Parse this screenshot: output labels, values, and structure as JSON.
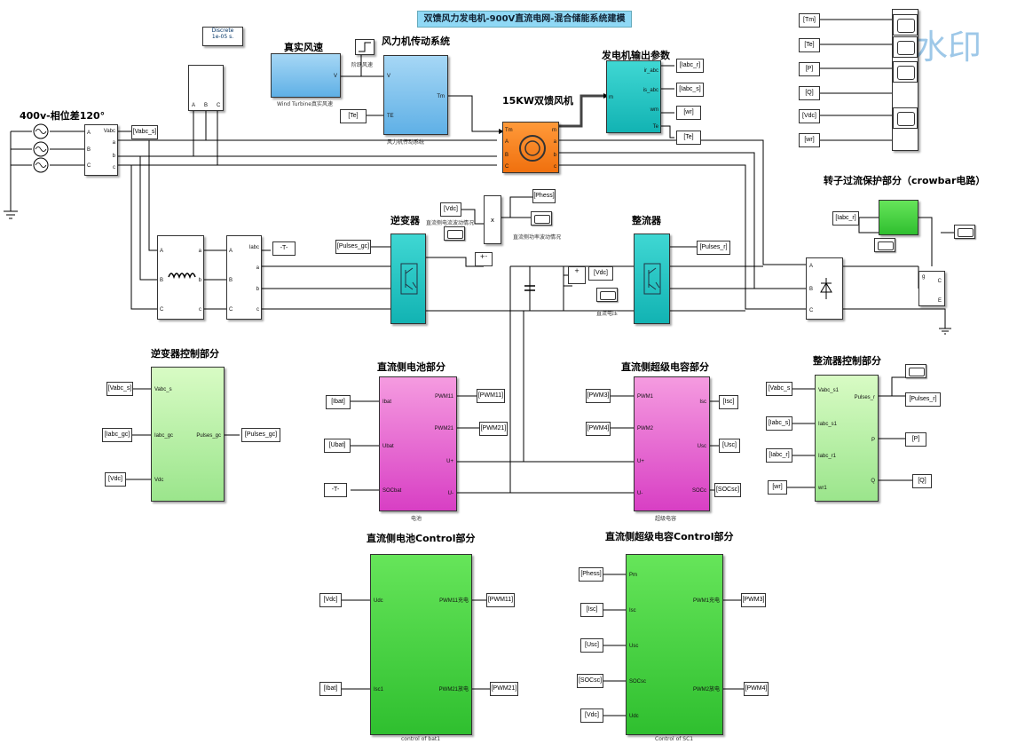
{
  "title": "双馈风力发电机-900V直流电网-混合储能系统建模",
  "watermark": "水印",
  "discrete": {
    "line1": "Discrete",
    "line2": "1e-05 s."
  },
  "sections": {
    "grid": "400v-相位差120°",
    "wind": "真实风速",
    "drive": "风力机传动系统",
    "gen_out": "发电机输出参数",
    "dfig": "15KW双馈风机",
    "crowbar": "转子过流保护部分（crowbar电路）",
    "inverter": "逆变器",
    "rectifier": "整流器",
    "inv_ctrl": "逆变器控制部分",
    "battery": "直流侧电池部分",
    "supercap": "直流侧超级电容部分",
    "rect_ctrl": "整流器控制部分",
    "bat_ctrl": "直流侧电池Control部分",
    "sc_ctrl": "直流侧超级电容Control部分"
  },
  "captions": {
    "wind": "Wind Turbine真实风速",
    "drive": "风力机传动系统",
    "step": "阶跃风速",
    "cur": "直流侧电流波动情况",
    "pow": "直流侧功率波动情况",
    "volt": "直流电压",
    "battery": "电池",
    "supercap": "超级电容",
    "bat_ctrl": "control of bat1",
    "sc_ctrl": "Control of SC1"
  },
  "ports": {
    "meas_in": [
      "A",
      "B",
      "C"
    ],
    "meas_out": [
      "Vabc",
      "a",
      "b",
      "c"
    ],
    "drive_in": [
      "V",
      "TE"
    ],
    "drive_out": "Tm",
    "wind_out": "V",
    "dfig_in": [
      "Tm",
      "A",
      "B",
      "C"
    ],
    "dfig_out": [
      "m",
      "a",
      "b",
      "c"
    ],
    "demux_in": "m",
    "demux_out": [
      "ir_abc",
      "is_abc",
      "wm",
      "Te"
    ],
    "abc": [
      "A",
      "B",
      "C"
    ],
    "abc_low": [
      "a",
      "b",
      "c"
    ],
    "iabc": "Iabc",
    "inv_ctrl_in": [
      "Vabc_s",
      "Iabc_gc",
      "Vdc"
    ],
    "inv_ctrl_out": "Pulses_gc",
    "bat_in": [
      "PWM11",
      "PWM21"
    ],
    "bat_out": [
      "Ibat",
      "Ubat",
      "SOCbat"
    ],
    "bat_dc": [
      "U+",
      "U-"
    ],
    "sc_in": [
      "PWM1",
      "PWM2"
    ],
    "sc_out": [
      "Isc",
      "Usc",
      "SOCc"
    ],
    "rect_ctrl_in": [
      "Vabc_s1",
      "Iabc_s1",
      "Iabc_r1",
      "wr1"
    ],
    "rect_ctrl_out": [
      "Pulses_r",
      "P",
      "Q"
    ],
    "bat_ctrl_in": [
      "Udc",
      "Isc1"
    ],
    "bat_ctrl_out": [
      "PWM11充电",
      "PWM21放电"
    ],
    "sc_ctrl_in": [
      "Pm",
      "Isc",
      "Usc",
      "SOCsc",
      "Udc"
    ],
    "sc_ctrl_out": [
      "PWM1充电",
      "PWM2放电"
    ],
    "crowbar_bridge": [
      "A",
      "B",
      "C"
    ],
    "crowbar_igbt": [
      "g",
      "C",
      "E"
    ],
    "grounds": [
      "A",
      "B",
      "C"
    ]
  },
  "tags": {
    "vabc_s": "[Vabc_s]",
    "te_in": "[Te]",
    "iabc_r": "[Iabc_r]",
    "iabc_s": "[Iabc_s]",
    "wr": "[wr]",
    "te": "[Te]",
    "tm_r": "[Tm]",
    "te_r": "[Te]",
    "p_r": "[P]",
    "q_r": "[Q]",
    "vdc_r": "[Vdc]",
    "wr_r": "[wr]",
    "t_gc": "-T-",
    "pulses_gc": "[Pulses_gc]",
    "vdc_mid": "[Vdc]",
    "phess": "[Phess]",
    "vdc_out": "[Vdc]",
    "pulses_r": "[Pulses_r]",
    "iabc_r_in": "[Iabc_r]",
    "ic_vabc_s": "[Vabc_s]",
    "ic_iabc_gc": "[Iabc_gc]",
    "ic_vdc": "[Vdc]",
    "ic_pulses": "[Pulses_gc]",
    "b_ibat": "[Ibat]",
    "b_ubat": "[Ubat]",
    "b_t": "-T-",
    "b_pwm11": "[PWM11]",
    "b_pwm21": "[PWM21]",
    "s_pwm3": "[PWM3]",
    "s_pwm4": "[PWM4]",
    "s_isc": "[Isc]",
    "s_usc": "[Usc]",
    "s_socsc": "[SOCsc]",
    "rc_vabc_s": "[Vabc_s",
    "rc_iabc_s": "[Iabc_s]",
    "rc_iabc_r": "[Iabc_r]",
    "rc_wr": "[wr]",
    "rc_pulses": "[Pulses_r]",
    "rc_p": "[P]",
    "rc_q": "[Q]",
    "bc_vdc": "[Vdc]",
    "bc_ibat": "[Ibat]",
    "bc_pwm11": "[PWM11]",
    "bc_pwm21": "[PWM21]",
    "sc_phess": "[Phess]",
    "sc_isc": "[Isc]",
    "sc_usc": "[Usc]",
    "sc_socsc": "[SOCsc]",
    "sc_vdc": "[Vdc]",
    "sc_pwm3": "[PWM3]",
    "sc_pwm4": "[PWM4]"
  },
  "ops": {
    "mult": "x",
    "plus": "+",
    "minus": "-"
  },
  "colors": {
    "title_bg": "#8fd8f5",
    "wire": "#000000",
    "green_light": "#a8ec95",
    "green_dark": "#3fcf3f",
    "pink": "#e25ccb",
    "teal": "#1fc3c3",
    "orange": "#f57d1c",
    "blue": "#7cc4ef"
  }
}
